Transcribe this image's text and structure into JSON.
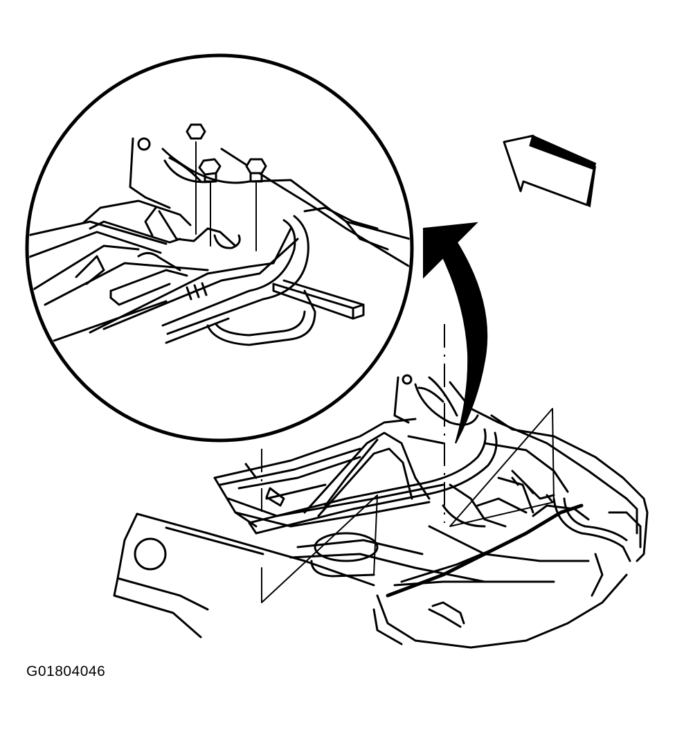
{
  "figure": {
    "id_label": "G01804046"
  },
  "icons": {
    "callout": "magnified-detail-circle",
    "arrow": "curved-callout-arrow",
    "view_direction": "front-of-vehicle-arrow"
  },
  "colors": {
    "ink": "#000000",
    "paper": "#ffffff"
  }
}
